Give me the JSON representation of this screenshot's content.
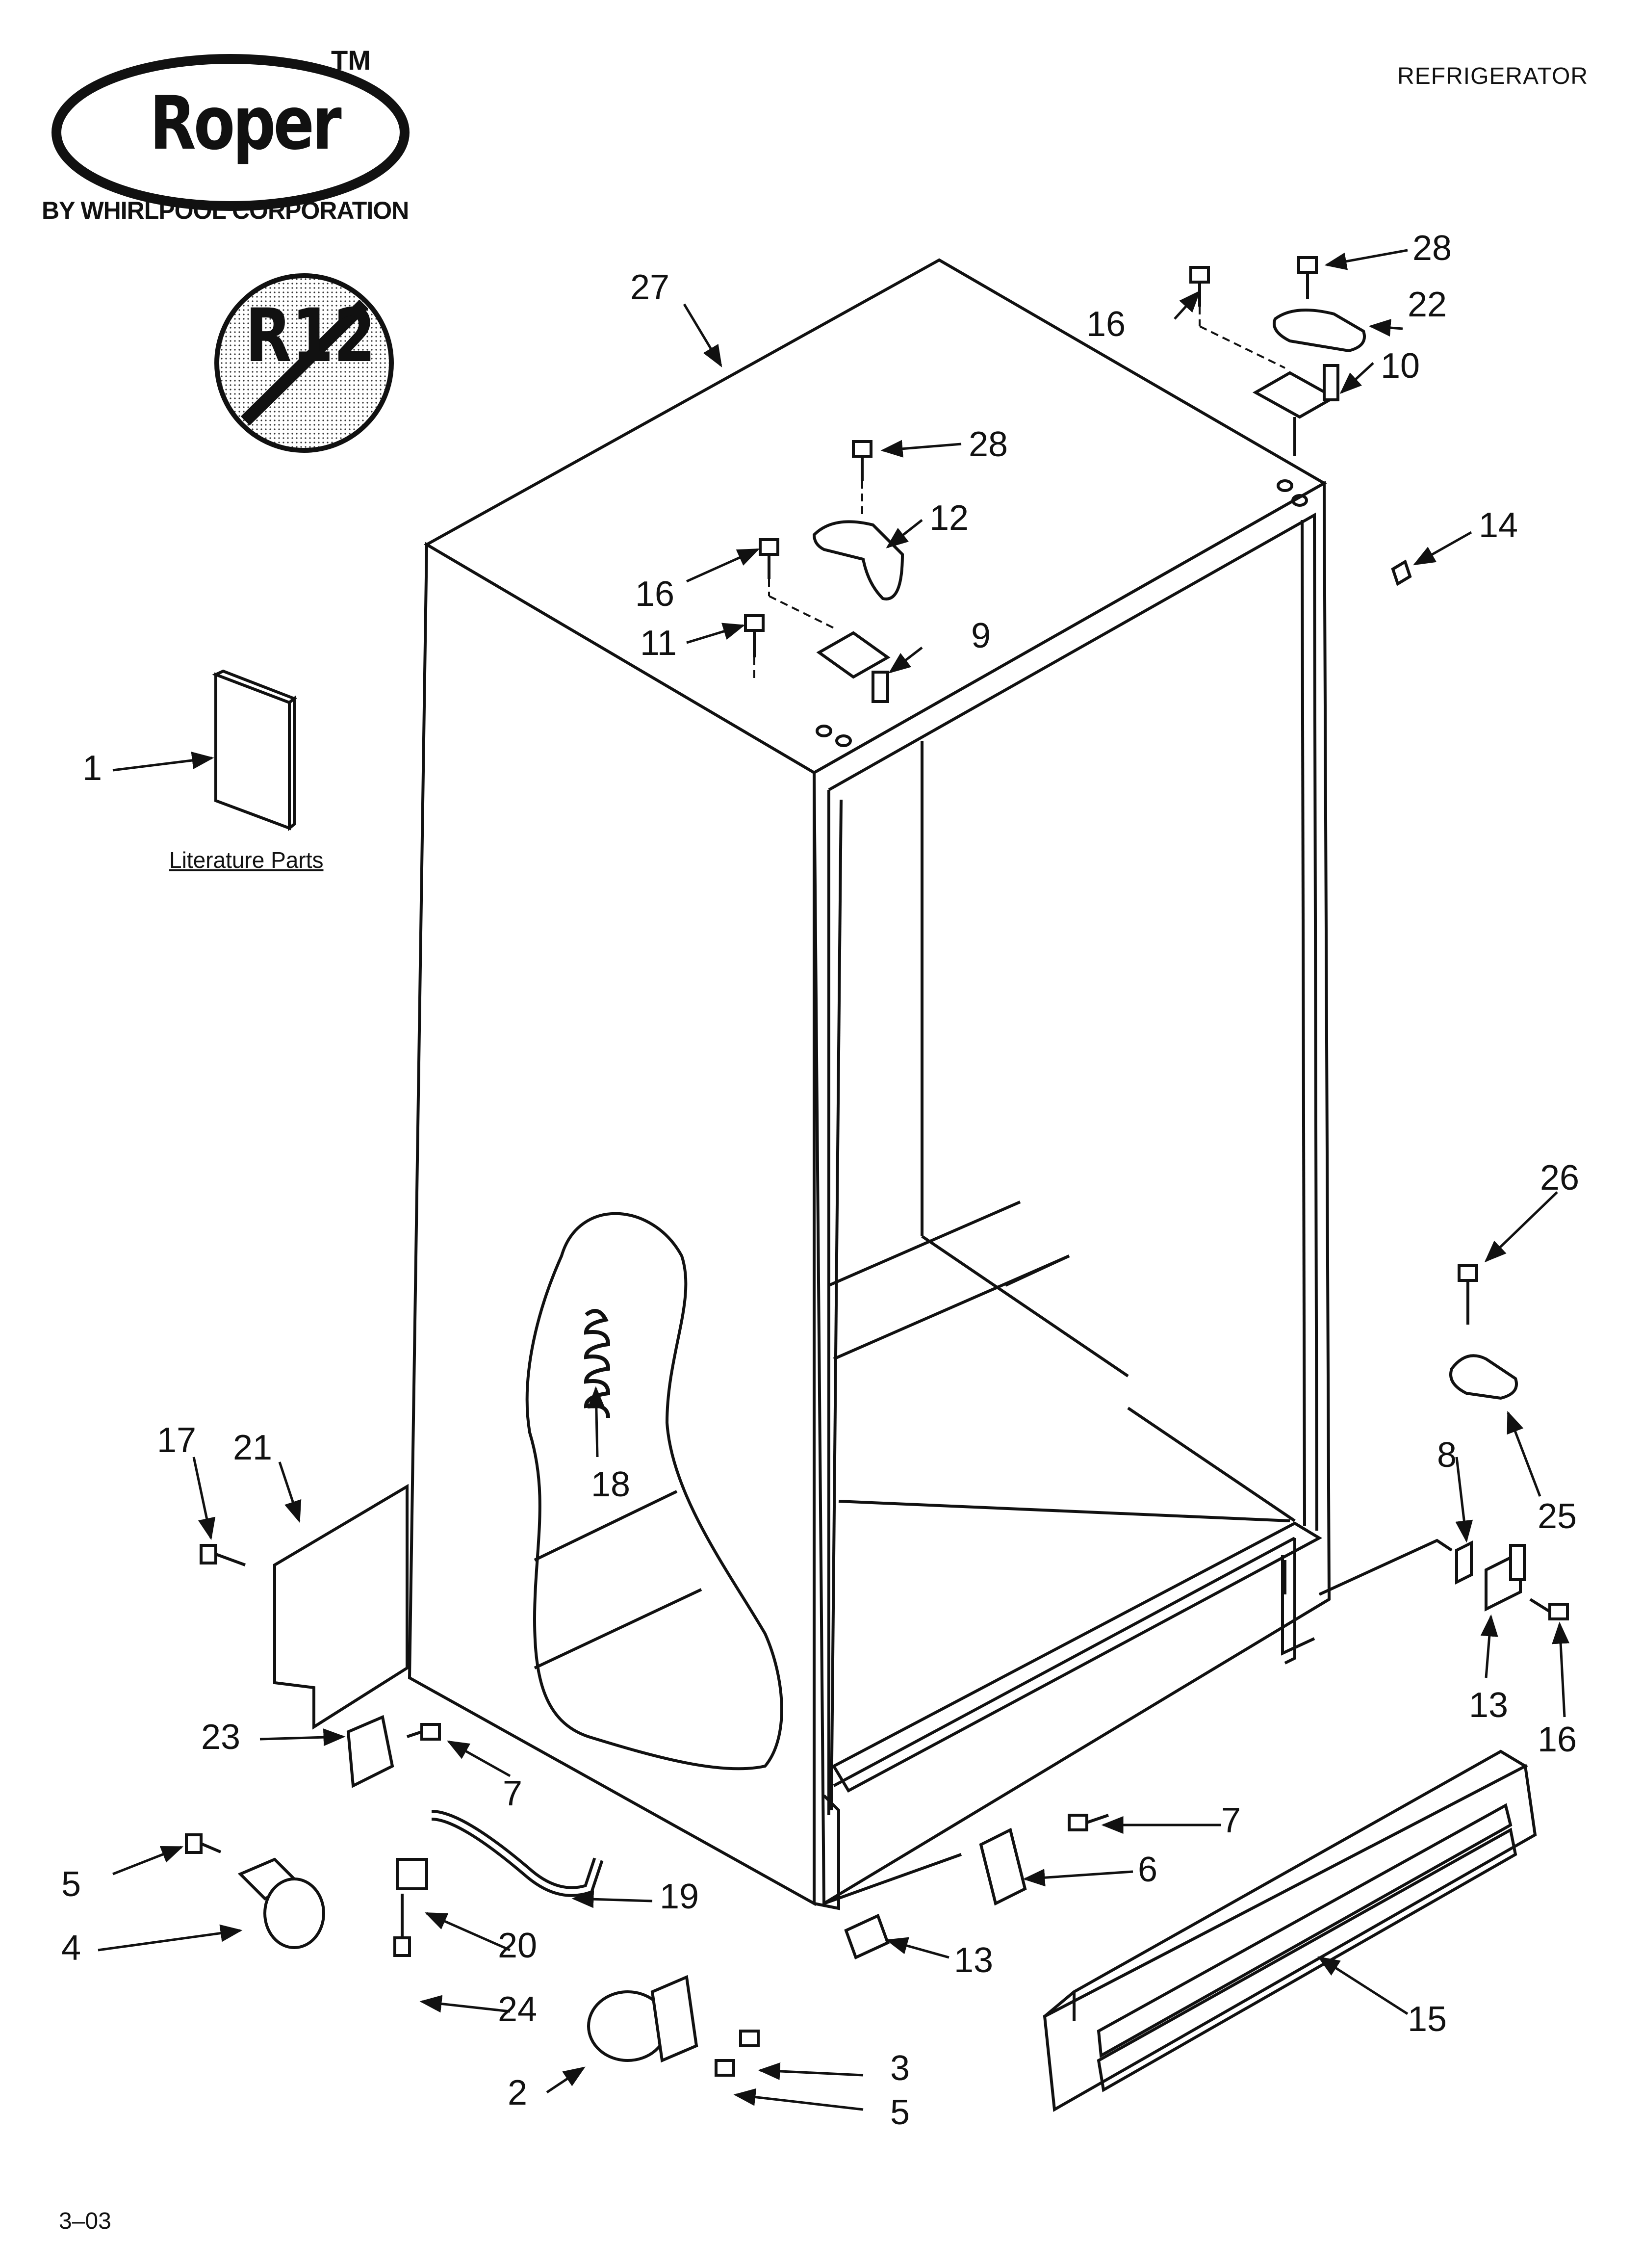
{
  "header": {
    "brand": "Roper",
    "trademark": "TM",
    "byline": "BY WHIRLPOOL CORPORATION",
    "document_title": "REFRIGERATOR"
  },
  "badge": {
    "text": "R12",
    "icon": "no-r12-icon"
  },
  "literature": {
    "label": "Literature Parts"
  },
  "footer": {
    "page_code": "3–03"
  },
  "callouts": {
    "c1": "1",
    "c2": "2",
    "c3": "3",
    "c4": "4",
    "c5a": "5",
    "c5b": "5",
    "c6": "6",
    "c7a": "7",
    "c7b": "7",
    "c8": "8",
    "c9": "9",
    "c10": "10",
    "c11": "11",
    "c12": "12",
    "c13a": "13",
    "c13b": "13",
    "c14": "14",
    "c15": "15",
    "c16a": "16",
    "c16b": "16",
    "c16c": "16",
    "c17": "17",
    "c18": "18",
    "c19": "19",
    "c20": "20",
    "c21": "21",
    "c22": "22",
    "c23": "23",
    "c24": "24",
    "c25": "25",
    "c26": "26",
    "c27": "27",
    "c28a": "28",
    "c28b": "28"
  }
}
